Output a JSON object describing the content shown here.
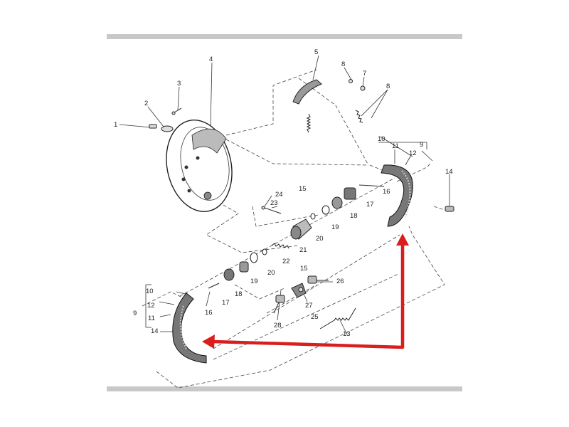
{
  "diagram": {
    "labels": {
      "l1": "1",
      "l2": "2",
      "l3": "3",
      "l4": "4",
      "l5": "5",
      "l7": "7",
      "l8a": "8",
      "l8b": "8",
      "l9r": "9",
      "l10r": "10",
      "l11r": "11",
      "l12r": "12",
      "l14r": "14",
      "l15a": "15",
      "l16r": "16",
      "l17r": "17",
      "l18r": "18",
      "l19r": "19",
      "l20r": "20",
      "l21": "21",
      "l22": "22",
      "l23": "23",
      "l24": "24",
      "l15b": "15",
      "l20l": "20",
      "l19l": "19",
      "l18l": "18",
      "l17l": "17",
      "l16l": "16",
      "l26": "26",
      "l27": "27",
      "l25": "25",
      "l28": "28",
      "l13": "13",
      "l10l": "10",
      "l12l": "12",
      "l9l": "9",
      "l11l": "11",
      "l14l": "14"
    },
    "annotation": {
      "arrow_color": "#d91e1e"
    }
  }
}
